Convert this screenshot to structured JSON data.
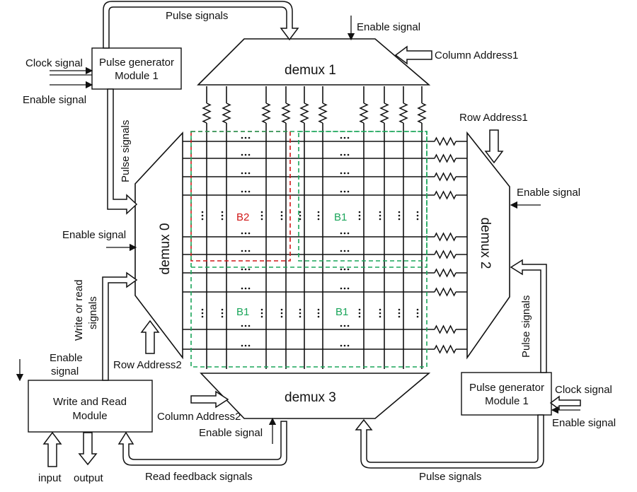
{
  "labels": {
    "pulse_top": "Pulse signals",
    "enable_top": "Enable signal",
    "col_addr1": "Column Address1",
    "clock_left": "Clock signal",
    "enable_left_top": "Enable signal",
    "pulse_left_vertical": "Pulse signals",
    "enable_demux0": "Enable signal",
    "write_read_1": "Write or read",
    "write_read_2": "signals",
    "enable_wr_1": "Enable",
    "enable_wr_2": "signal",
    "row_addr2": "Row Address2",
    "input": "input",
    "output": "output",
    "col_addr2": "Column Address2",
    "enable_bottom": "Enable signal",
    "read_feedback": "Read feedback signals",
    "pulse_bottom": "Pulse signals",
    "row_addr1": "Row Address1",
    "enable_right": "Enable signal",
    "pulse_right_vertical": "Pulse signals",
    "clock_right": "Clock signal",
    "enable_right_bottom": "Enable signal"
  },
  "blocks": {
    "pulse_gen_left_1": "Pulse generator",
    "pulse_gen_left_2": "Module 1",
    "pulse_gen_right_1": "Pulse generator",
    "pulse_gen_right_2": "Module 1",
    "wr_module_1": "Write and Read",
    "wr_module_2": "Module"
  },
  "demux": {
    "d0": "demux 0",
    "d1": "demux 1",
    "d2": "demux 2",
    "d3": "demux 3"
  },
  "regions": {
    "b2": "B2",
    "b1_top_right": "B1",
    "b1_bottom_left": "B1",
    "b1_bottom_right": "B1"
  },
  "colors": {
    "region_b2": "#d01818",
    "region_b1": "#1aa55a"
  }
}
